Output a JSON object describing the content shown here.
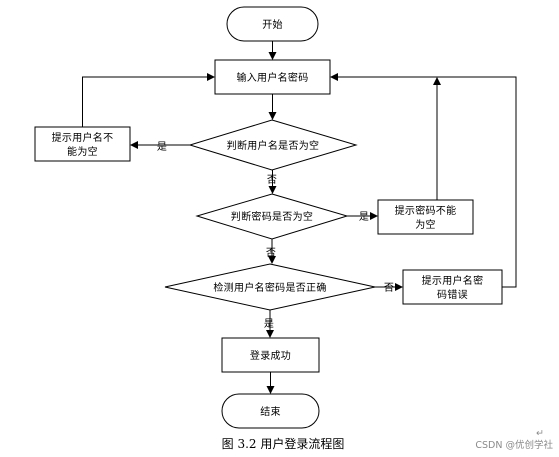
{
  "nodes": {
    "start": "开始",
    "input": "输入用户名密码",
    "check_username": "判断用户名是否为空",
    "msg_username_empty": [
      "提示用户名不",
      "能为空"
    ],
    "check_password": "判断密码是否为空",
    "msg_password_empty": [
      "提示密码不能",
      "为空"
    ],
    "verify": "检测用户名密码是否正确",
    "msg_wrong": [
      "提示用户名密",
      "码错误"
    ],
    "success": "登录成功",
    "end": "结束"
  },
  "edges": {
    "yes": "是",
    "no": "否"
  },
  "caption": "图 3.2  用户登录流程图",
  "watermark": "CSDN @优创学社",
  "end_mark": "↵"
}
